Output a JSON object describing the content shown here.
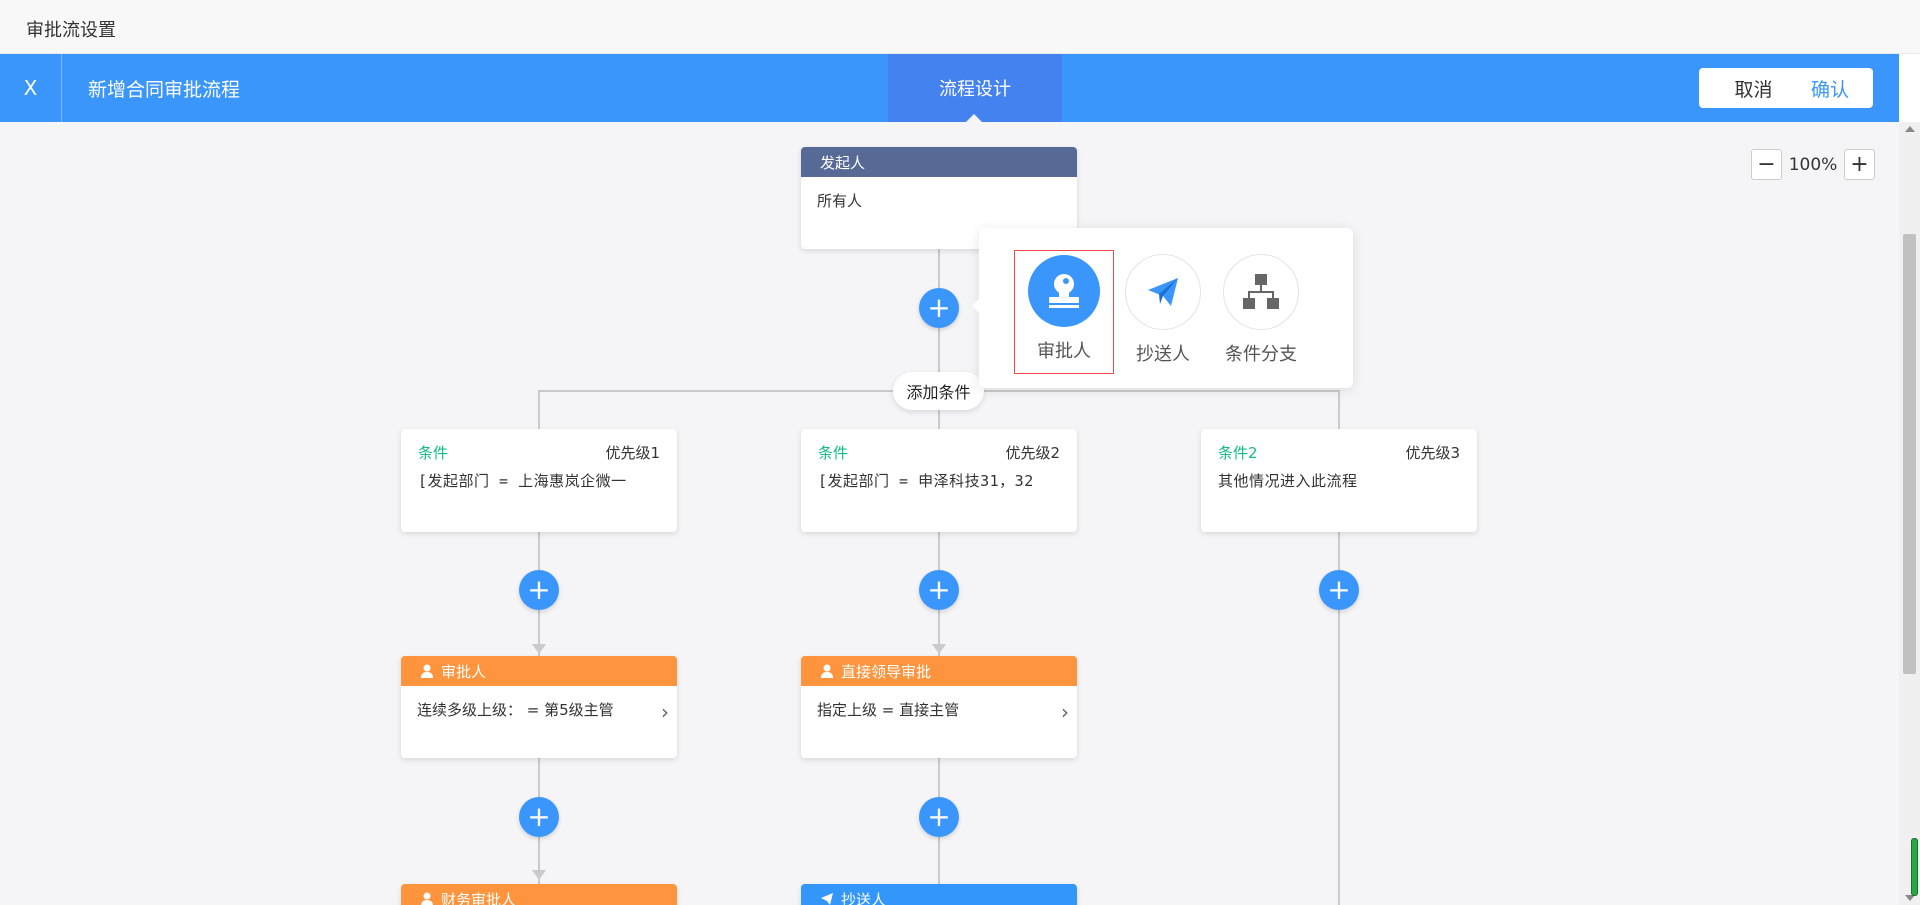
{
  "window": {
    "title": "审批流设置"
  },
  "header": {
    "close_label": "X",
    "flow_title": "新增合同审批流程",
    "tab_label": "流程设计",
    "cancel_label": "取消",
    "confirm_label": "确认"
  },
  "zoom": {
    "minus": "−",
    "value": "100%",
    "plus": "+"
  },
  "start_node": {
    "title": "发起人",
    "content": "所有人"
  },
  "add_condition_label": "添加条件",
  "popover": {
    "options": [
      {
        "label": "审批人",
        "icon": "approver-stamp-icon",
        "selected": true
      },
      {
        "label": "抄送人",
        "icon": "paper-plane-icon",
        "selected": false
      },
      {
        "label": "条件分支",
        "icon": "org-branch-icon",
        "selected": false
      }
    ]
  },
  "conditions": [
    {
      "name": "条件",
      "priority": "优先级1",
      "desc": "[发起部门 = 上海惠岚企微一"
    },
    {
      "name": "条件",
      "priority": "优先级2",
      "desc": "[发起部门 = 申泽科技31，32"
    },
    {
      "name": "条件2",
      "priority": "优先级3",
      "desc": "其他情况进入此流程"
    }
  ],
  "approver_nodes": [
    {
      "title": "审批人",
      "content": "连续多级上级： = 第5级主管"
    },
    {
      "title": "直接领导审批",
      "content": "指定上级 = 直接主管"
    }
  ],
  "bottom_nodes": [
    {
      "title": "财务审批人"
    },
    {
      "title": "抄送人"
    }
  ],
  "plus_symbol": "+",
  "chevron": "›",
  "colors": {
    "primary": "#3a96fb",
    "start_header": "#576a95",
    "approver_header": "#ff943e",
    "cc_header": "#3296fa",
    "condition_green": "#15bc83",
    "selected_border": "#f0484b"
  }
}
